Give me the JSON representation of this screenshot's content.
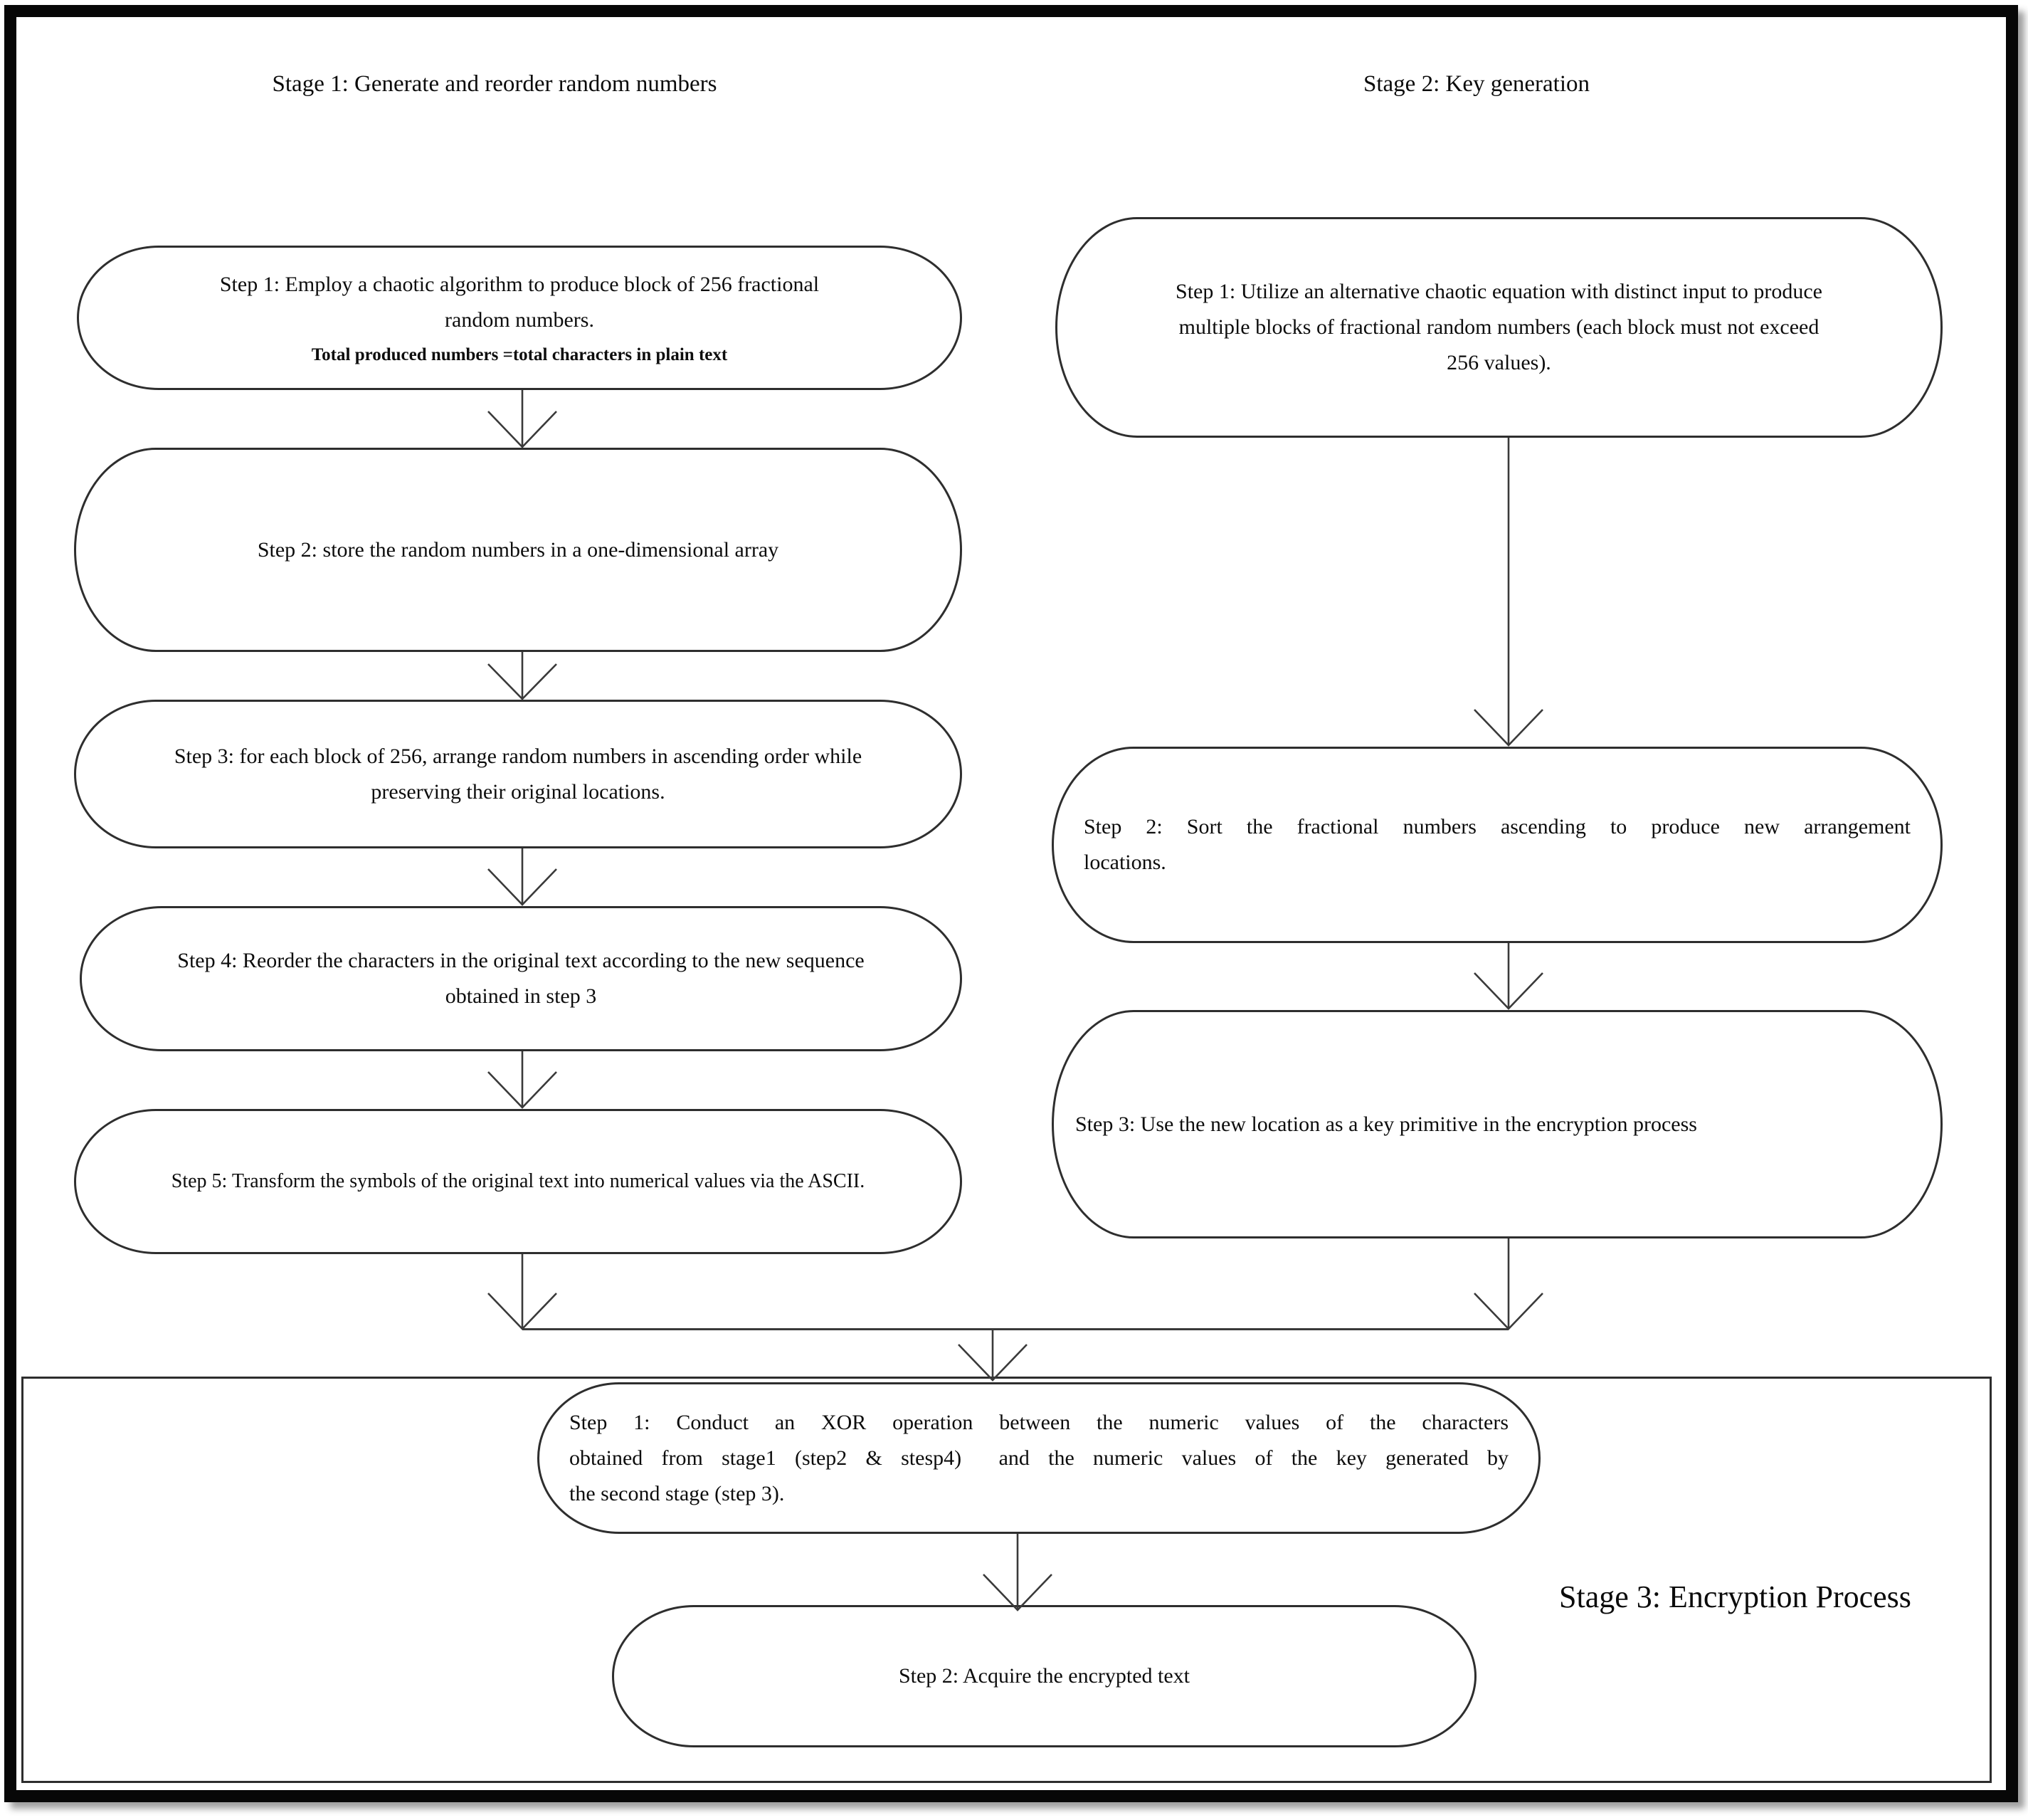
{
  "titles": {
    "stage1": "Stage 1: Generate and reorder random numbers",
    "stage2": "Stage 2: Key generation",
    "stage3": "Stage 3: Encryption Process"
  },
  "stage1_flow": {
    "step1": {
      "line1": "Step 1: Employ a chaotic algorithm to produce block of 256 fractional",
      "line2": "random numbers.",
      "subline": "Total produced numbers =total characters in plain text"
    },
    "step2": {
      "line1": "Step 2: store the random numbers in a one-dimensional array"
    },
    "step3": {
      "line1": "Step 3: for each block of 256, arrange random numbers in ascending order while",
      "line2": "preserving their original locations."
    },
    "step4": {
      "line1": "Step 4: Reorder the characters in the original text according to the new sequence",
      "line2": "obtained in step 3"
    },
    "step5": {
      "line1": "Step 5: Transform the symbols of the original text into numerical values via the ASCII."
    }
  },
  "stage2_flow": {
    "step1": {
      "line1": "Step 1: Utilize an alternative chaotic equation with distinct input to produce",
      "line2": "multiple blocks of fractional random numbers (each block must not exceed",
      "line3": "256 values)."
    },
    "step2": {
      "line1": "Step 2: Sort the fractional numbers ascending to produce new arrangement",
      "line2": "locations."
    },
    "step3": {
      "line1": "Step 3: Use the new location as a key primitive in the encryption process"
    }
  },
  "stage3_flow": {
    "step1": {
      "line1": "Step 1: Conduct an XOR operation between the numeric values of the characters",
      "line2": "obtained from stage1 (step2 & stesp4)  and the numeric values of the key generated by",
      "line3": "the second stage (step 3)."
    },
    "step2": {
      "line1": "Step 2: Acquire the encrypted text"
    }
  }
}
